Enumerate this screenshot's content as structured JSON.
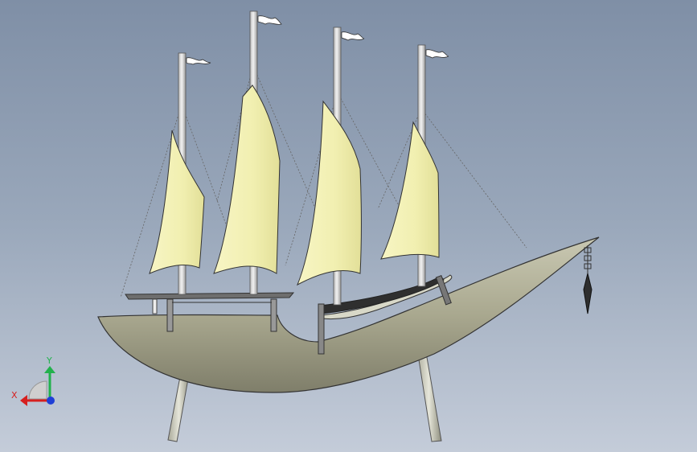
{
  "viewport": {
    "background_top": "#7f8fa6",
    "background_bottom": "#c4ccd9"
  },
  "model": {
    "description_icon": "sailing-ship-model",
    "hull_color": "#a9a88f",
    "sail_color": "#f3f1b4",
    "mast_color": "#d9d9d9",
    "mast_count": 4,
    "sail_count": 4
  },
  "orientation_triad": {
    "x_label": "X",
    "y_label": "Y",
    "x_color": "#d61f1f",
    "y_color": "#22b14c",
    "z_color": "#1f3fd6"
  }
}
